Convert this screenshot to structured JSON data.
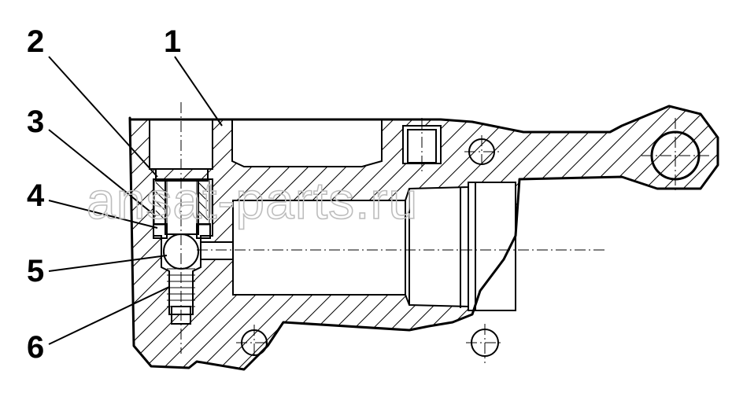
{
  "diagram": {
    "callouts": [
      {
        "id": "c1",
        "label": "1"
      },
      {
        "id": "c2",
        "label": "2"
      },
      {
        "id": "c3",
        "label": "3"
      },
      {
        "id": "c4",
        "label": "4"
      },
      {
        "id": "c5",
        "label": "5"
      },
      {
        "id": "c6",
        "label": "6"
      }
    ],
    "watermark": "ansat-parts.ru"
  }
}
